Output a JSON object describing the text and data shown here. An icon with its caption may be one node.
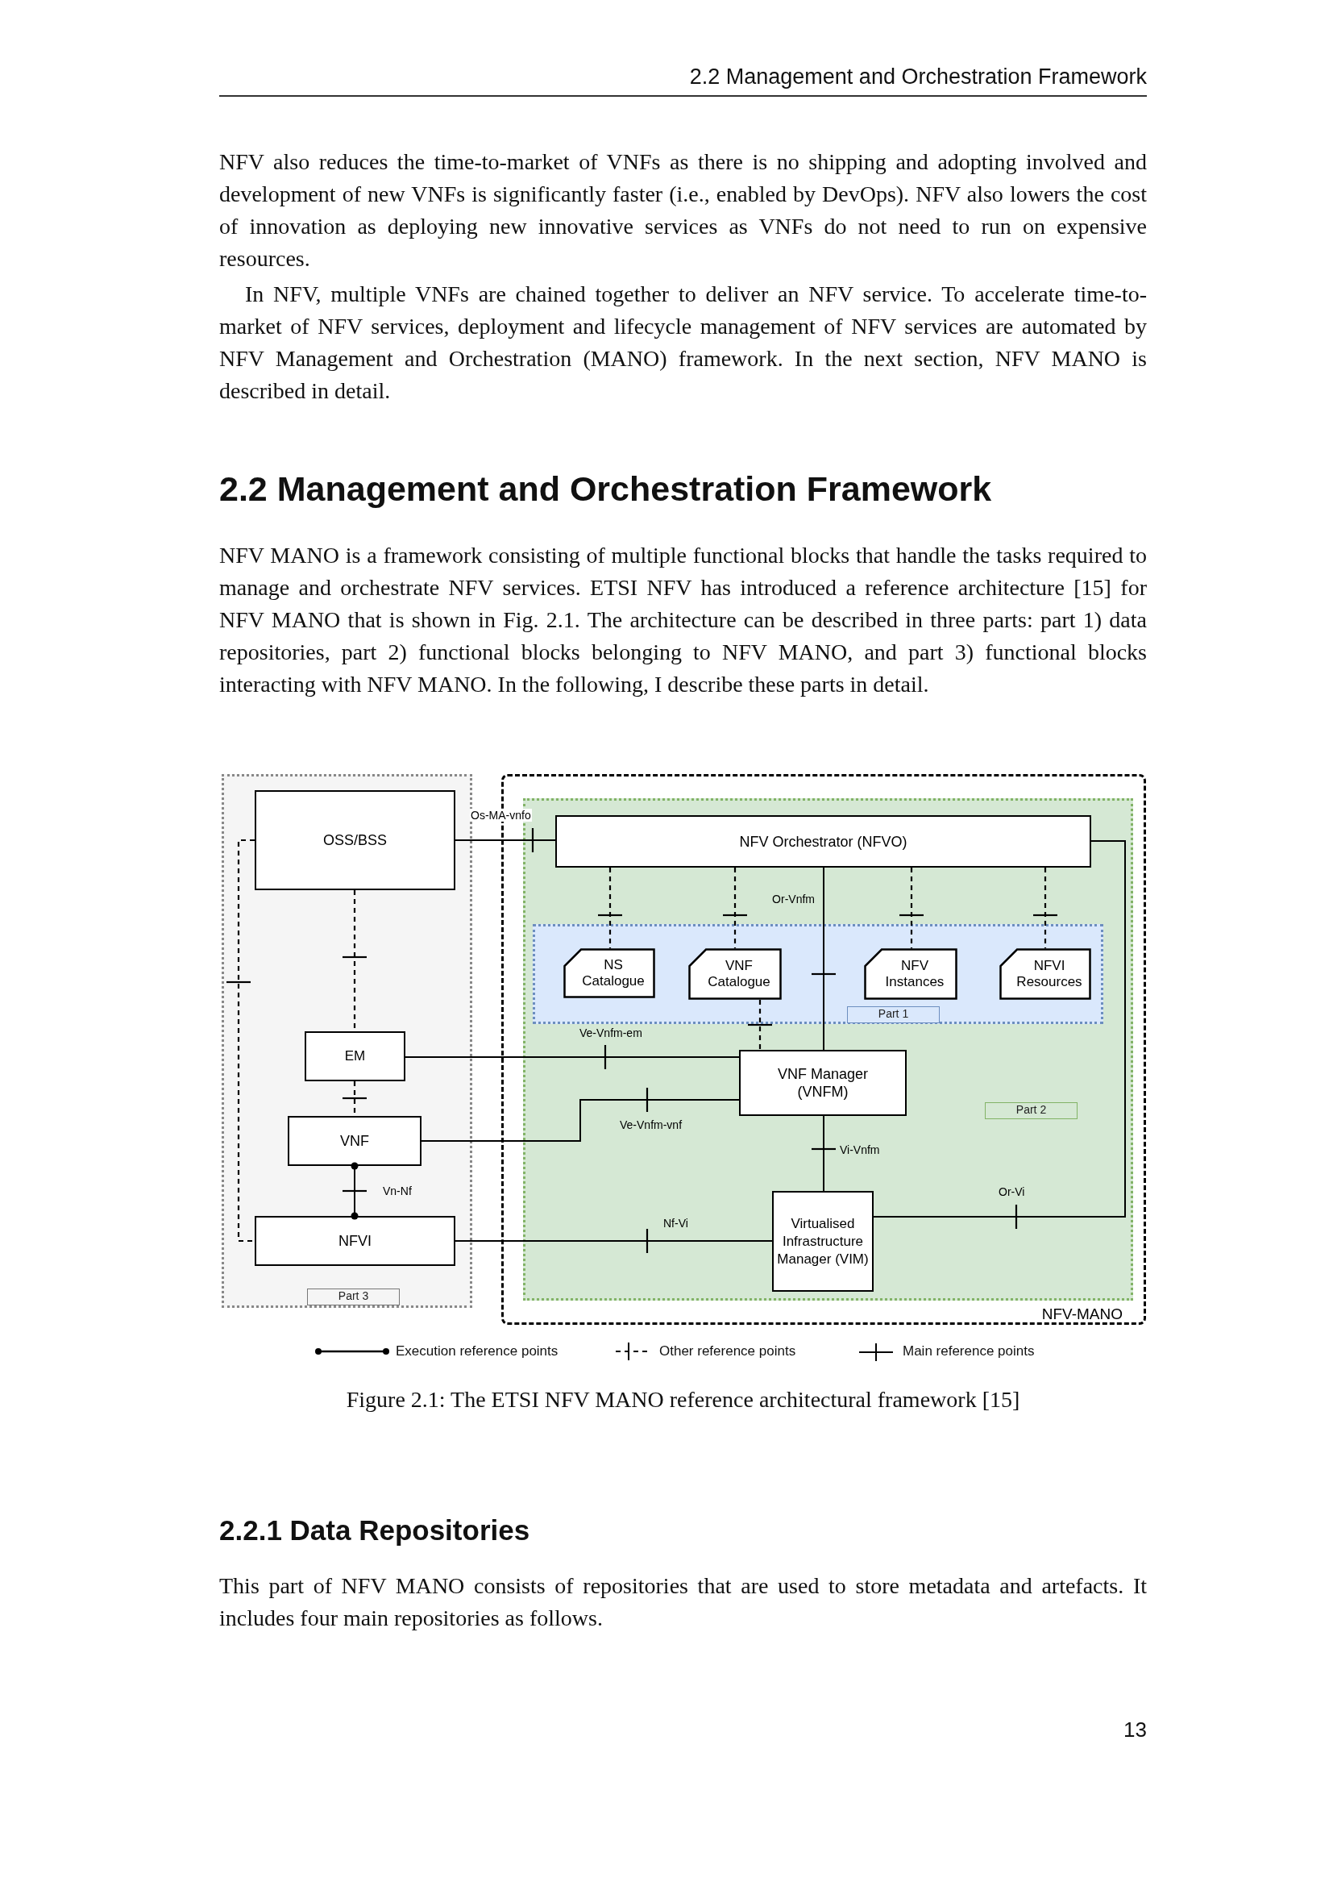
{
  "diagram": {
    "caption": "Figure 2.1: The ETSI NFV MANO reference architectural framework [15]",
    "nodes": [
      {
        "text": [
          "Part 3"
        ]
      },
      {
        "text": [
          "OSS/BSS"
        ],
        "in": 0
      },
      {
        "text": [
          "EM"
        ],
        "in": 0
      },
      {
        "text": [
          "VNF"
        ],
        "in": 0
      },
      {
        "text": [
          "NFVI"
        ],
        "in": 0
      },
      {
        "text": [
          "NFV-MANO"
        ]
      },
      {
        "text": [
          "Part 2"
        ],
        "in": 5
      },
      {
        "text": [
          "NFV Orchestrator (NFVO)"
        ],
        "in": 6
      },
      {
        "text": [
          "Part 1"
        ],
        "in": 6
      },
      {
        "text": [
          "NS Catalogue"
        ],
        "in": 8
      },
      {
        "text": [
          "VNF Catalogue"
        ],
        "in": 8
      },
      {
        "text": [
          "NFV Instances"
        ],
        "in": 8
      },
      {
        "text": [
          "NFVI Resources"
        ],
        "in": 8
      },
      {
        "text": [
          "VNF Manager (VNFM)"
        ],
        "in": 6
      },
      {
        "text": [
          "Virtualised Infrastructure Manager (VIM)"
        ],
        "in": 6
      }
    ],
    "edges": [
      {
        "from": 1,
        "to": 7,
        "arrow": "none",
        "label": "Os-MA-vnfo"
      },
      {
        "from": 1,
        "to": 2,
        "arrow": "none",
        "style": "dashed"
      },
      {
        "from": 1,
        "to": 4,
        "arrow": "none",
        "style": "dashed"
      },
      {
        "from": 2,
        "to": 3,
        "arrow": "none",
        "style": "dashed"
      },
      {
        "from": 3,
        "to": 4,
        "arrow": "other",
        "label": "Vn-Nf"
      },
      {
        "from": 7,
        "to": 9,
        "arrow": "none",
        "style": "dashed"
      },
      {
        "from": 7,
        "to": 10,
        "arrow": "none",
        "style": "dashed"
      },
      {
        "from": 7,
        "to": 11,
        "arrow": "none",
        "style": "dashed"
      },
      {
        "from": 7,
        "to": 12,
        "arrow": "none",
        "style": "dashed"
      },
      {
        "from": 7,
        "to": 13,
        "arrow": "none",
        "label": "Or-Vnfm"
      },
      {
        "from": 10,
        "to": 13,
        "arrow": "none",
        "style": "dashed"
      },
      {
        "from": 2,
        "to": 13,
        "arrow": "none",
        "label": "Ve-Vnfm-em"
      },
      {
        "from": 3,
        "to": 13,
        "arrow": "none",
        "label": "Ve-Vnfm-vnf"
      },
      {
        "from": 13,
        "to": 14,
        "arrow": "none",
        "label": "Vi-Vnfm"
      },
      {
        "from": 4,
        "to": 14,
        "arrow": "none",
        "label": "Nf-Vi"
      },
      {
        "from": 14,
        "to": 7,
        "arrow": "none",
        "label": "Or-Vi"
      }
    ],
    "labels": [
      "2.2 Management and Orchestration Framework",
      "NFV also reduces the time-to-market of VNFs as there is no shipping and adopting involved and development of new VNFs is significantly faster (i.e., enabled by DevOps). NFV also lowers the cost of innovation as deploying new innovative services as VNFs do not need to run on expensive resources.",
      "In NFV, multiple VNFs are chained together to deliver an NFV service. To accelerate time-to-market of NFV services, deployment and lifecycle management of NFV services are automated by NFV Management and Orchestration (MANO) framework. In the next section, NFV MANO is described in detail.",
      "2.2 Management and Orchestration Framework",
      "NFV MANO is a framework consisting of multiple functional blocks that handle the tasks required to manage and orchestrate NFV services. ETSI NFV has introduced a reference architecture [15] for NFV MANO that is shown in Fig. 2.1. The architecture can be described in three parts: part 1) data repositories, part 2) functional blocks belonging to NFV MANO, and part 3) functional blocks interacting with NFV MANO. In the following, I describe these parts in detail.",
      "2.2.1 Data Repositories",
      "This part of NFV MANO consists of repositories that are used to store metadata and artefacts. It includes four main repositories as follows.",
      "13"
    ],
    "legend": [
      {
        "text": "Execution reference points"
      },
      {
        "text": "Other reference points"
      },
      {
        "text": "Main reference points"
      }
    ]
  }
}
